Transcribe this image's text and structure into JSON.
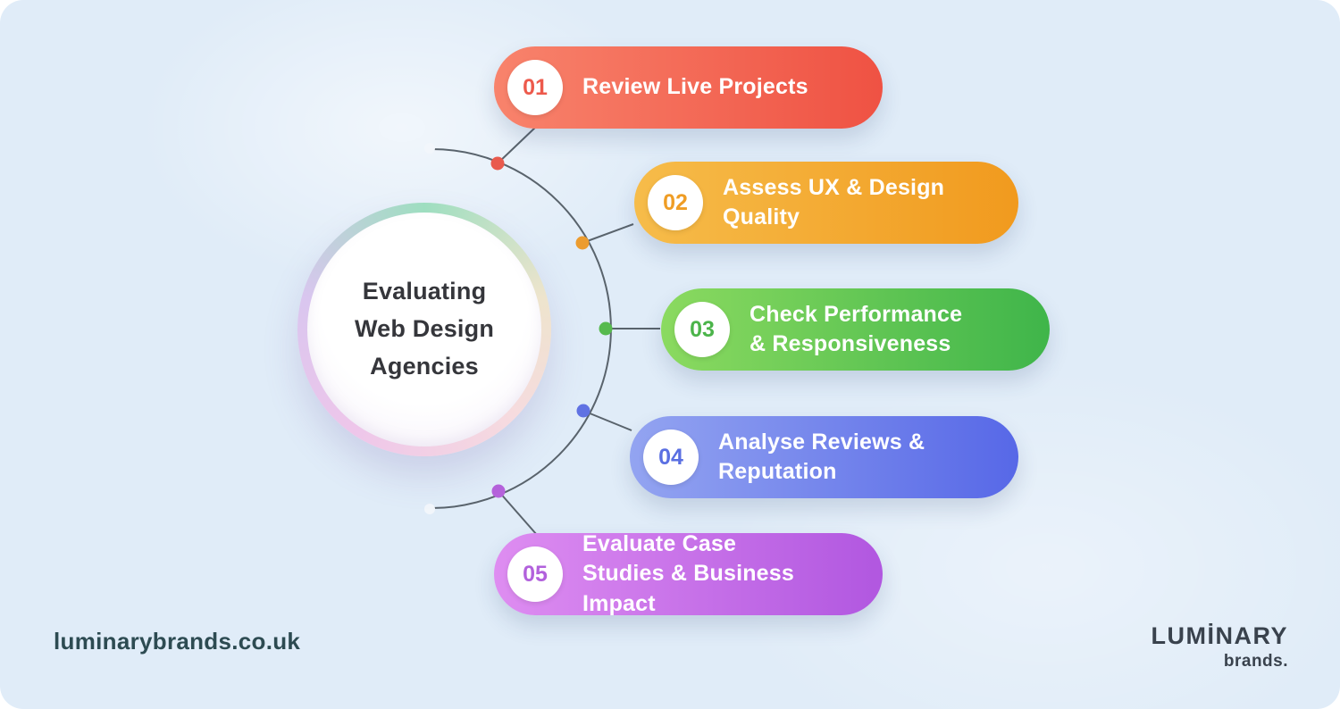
{
  "background_color": "#e0ecf8",
  "center": {
    "title": "Evaluating Web Design Agencies"
  },
  "steps": [
    {
      "number": "01",
      "label": "Review Live Projects",
      "color_from": "#F8836C",
      "color_to": "#EF5243",
      "number_color": "#ED5A4C",
      "dot_color": "#E95A4D"
    },
    {
      "number": "02",
      "label": "Assess UX & Design Quality",
      "color_from": "#F6BC4A",
      "color_to": "#F19A1E",
      "number_color": "#EF9D25",
      "dot_color": "#EC9C2F"
    },
    {
      "number": "03",
      "label": "Check Performance & Responsiveness",
      "color_from": "#8BDA60",
      "color_to": "#3FB54A",
      "number_color": "#4BB44A",
      "dot_color": "#57BA4E"
    },
    {
      "number": "04",
      "label": "Analyse Reviews & Reputation",
      "color_from": "#93A4F1",
      "color_to": "#5768E7",
      "number_color": "#5A6FE2",
      "dot_color": "#6072E3"
    },
    {
      "number": "05",
      "label": "Evaluate Case Studies & Business Impact",
      "color_from": "#DE8DF1",
      "color_to": "#B157E0",
      "number_color": "#B261DC",
      "dot_color": "#B562DB"
    }
  ],
  "footer": {
    "website": "luminarybrands.co.uk"
  },
  "logo": {
    "wordmark": "LUMİNARY",
    "tagline": "brands."
  }
}
